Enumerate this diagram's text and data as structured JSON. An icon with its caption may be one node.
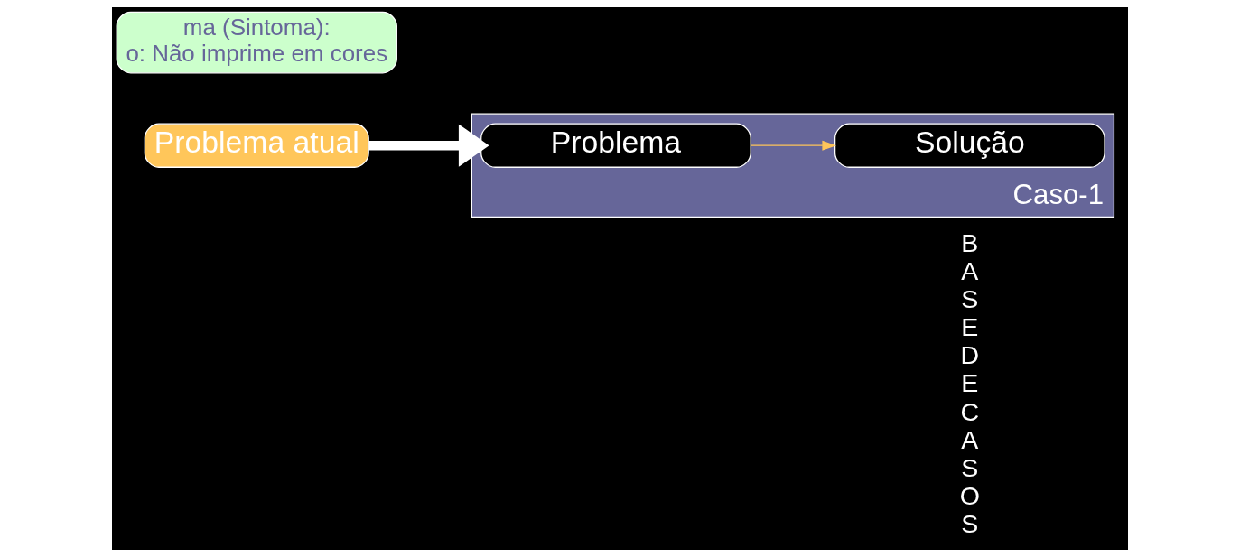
{
  "diagram": {
    "nodes": [
      {
        "text": [
          "Problema atual"
        ]
      },
      {
        "text": [
          "Caso-1"
        ]
      },
      {
        "text": [
          "Problema"
        ],
        "in": 1
      },
      {
        "text": [
          "Solução"
        ],
        "in": 1
      },
      {
        "text": [
          "ma (Sintoma):",
          "o: Não imprime em cores"
        ]
      }
    ],
    "edges": [
      {
        "from": 0,
        "to": 2,
        "arrow": "to",
        "style": "thick",
        "color": "#ffffff"
      },
      {
        "from": 2,
        "to": 3,
        "arrow": "to",
        "color": "#ffc65a"
      }
    ],
    "labels": [
      "BASEDECASOS"
    ]
  }
}
